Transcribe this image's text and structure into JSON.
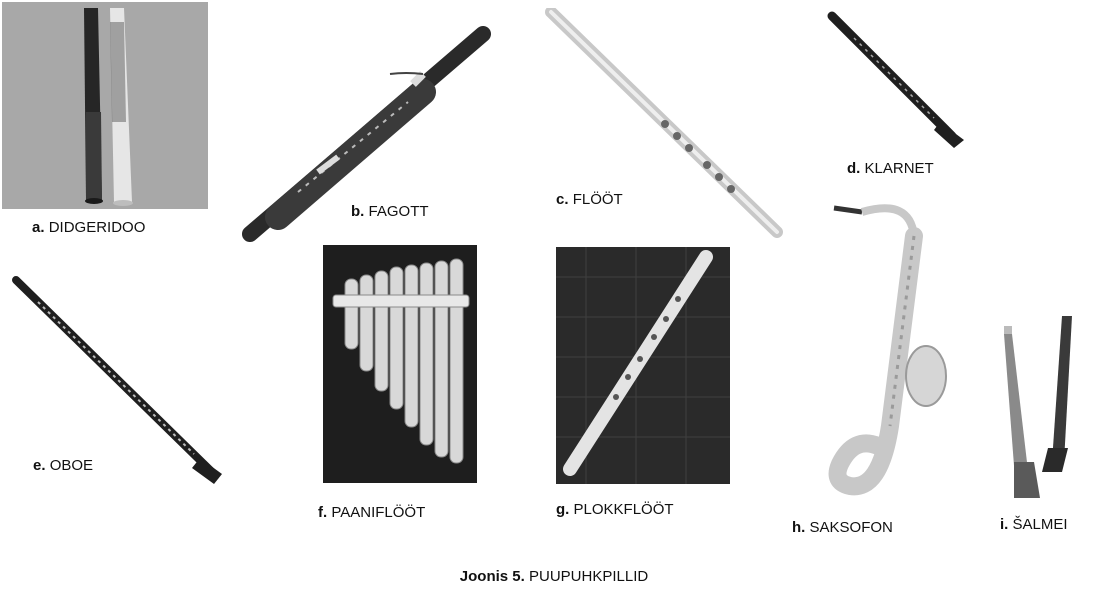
{
  "figures": {
    "a": {
      "letter": "a.",
      "name": "DIDGERIDOO",
      "icon": "didgeridoo-icon"
    },
    "b": {
      "letter": "b.",
      "name": "FAGOTT",
      "icon": "bassoon-icon"
    },
    "c": {
      "letter": "c.",
      "name": "FLÖÖT",
      "icon": "flute-icon"
    },
    "d": {
      "letter": "d.",
      "name": "KLARNET",
      "icon": "clarinet-icon"
    },
    "e": {
      "letter": "e.",
      "name": "OBOE",
      "icon": "oboe-icon"
    },
    "f": {
      "letter": "f.",
      "name": "PAANIFLÖÖT",
      "icon": "panflute-icon"
    },
    "g": {
      "letter": "g.",
      "name": "PLOKKFLÖÖT",
      "icon": "recorder-icon"
    },
    "h": {
      "letter": "h.",
      "name": "SAKSOFON",
      "icon": "saxophone-icon"
    },
    "i": {
      "letter": "i.",
      "name": "ŠALMEI",
      "icon": "shawm-icon"
    }
  },
  "caption": {
    "label": "Joonis 5.",
    "title": "PUUPUHKPILLID"
  },
  "colors": {
    "photo_gray": "#a8a8a8",
    "dark_bg": "#1e1e1e",
    "metal": "#c8c8c8",
    "wood": "#2a2a2a"
  }
}
